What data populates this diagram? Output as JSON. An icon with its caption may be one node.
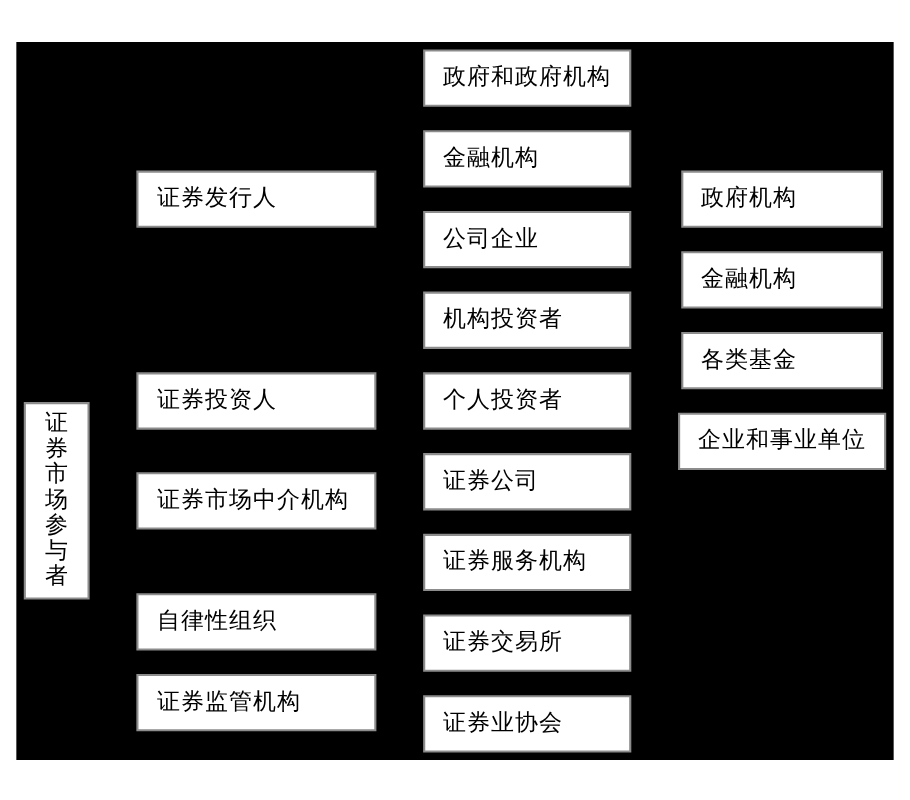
{
  "diagram": {
    "nodes": [
      {
        "text": [
          "证券市场参与者"
        ]
      },
      {
        "text": [
          "证券发行人"
        ]
      },
      {
        "text": [
          "政府和政府机构"
        ]
      },
      {
        "text": [
          "金融机构"
        ]
      },
      {
        "text": [
          "公司企业"
        ]
      },
      {
        "text": [
          "证券投资人"
        ]
      },
      {
        "text": [
          "机构投资者"
        ]
      },
      {
        "text": [
          "政府机构"
        ]
      },
      {
        "text": [
          "金融机构"
        ]
      },
      {
        "text": [
          "各类基金"
        ]
      },
      {
        "text": [
          "企业和事业单位"
        ]
      },
      {
        "text": [
          "个人投资者"
        ]
      },
      {
        "text": [
          "证券市场中介机构"
        ]
      },
      {
        "text": [
          "证券公司"
        ]
      },
      {
        "text": [
          "证券服务机构"
        ]
      },
      {
        "text": [
          "自律性组织"
        ]
      },
      {
        "text": [
          "证券交易所"
        ]
      },
      {
        "text": [
          "证券业协会"
        ]
      },
      {
        "text": [
          "证券监管机构"
        ]
      }
    ]
  }
}
